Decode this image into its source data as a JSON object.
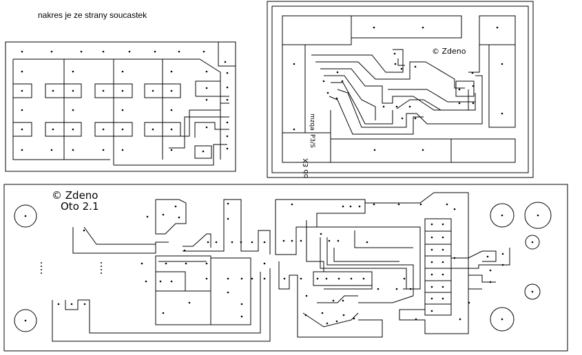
{
  "caption": "nakres je ze strany soucastek",
  "board_top_right": {
    "copyright": "© Zdeno",
    "vertical_label_1": "mzqa",
    "vertical_label_2": "X3 do",
    "vertical_label_3": "P3/S"
  },
  "board_bottom": {
    "copyright": "© Zdeno",
    "version": "Oto 2.1"
  },
  "colors": {
    "ink": "#000000",
    "paper": "#ffffff"
  }
}
